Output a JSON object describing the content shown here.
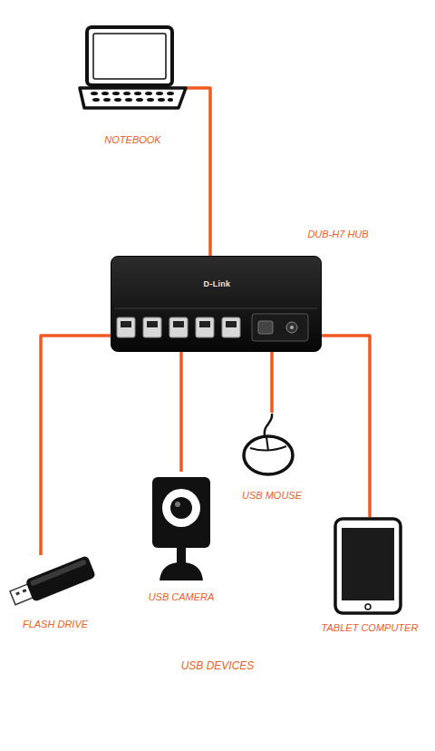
{
  "diagram": {
    "nodes": [
      {
        "text": [
          "NOTEBOOK"
        ]
      },
      {
        "text": [
          "DUB-H7 HUB",
          "D-Link"
        ]
      },
      {
        "text": [
          "FLASH DRIVE"
        ]
      },
      {
        "text": [
          "USB CAMERA"
        ]
      },
      {
        "text": [
          "USB MOUSE"
        ]
      },
      {
        "text": [
          "TABLET COMPUTER"
        ]
      }
    ],
    "edges": [
      {
        "from": 0,
        "to": 1,
        "arrow": "none"
      },
      {
        "from": 1,
        "to": 2,
        "arrow": "none"
      },
      {
        "from": 1,
        "to": 3,
        "arrow": "none"
      },
      {
        "from": 1,
        "to": 4,
        "arrow": "none"
      },
      {
        "from": 1,
        "to": 5,
        "arrow": "none"
      }
    ],
    "labels": [
      "USB DEVICES"
    ]
  }
}
